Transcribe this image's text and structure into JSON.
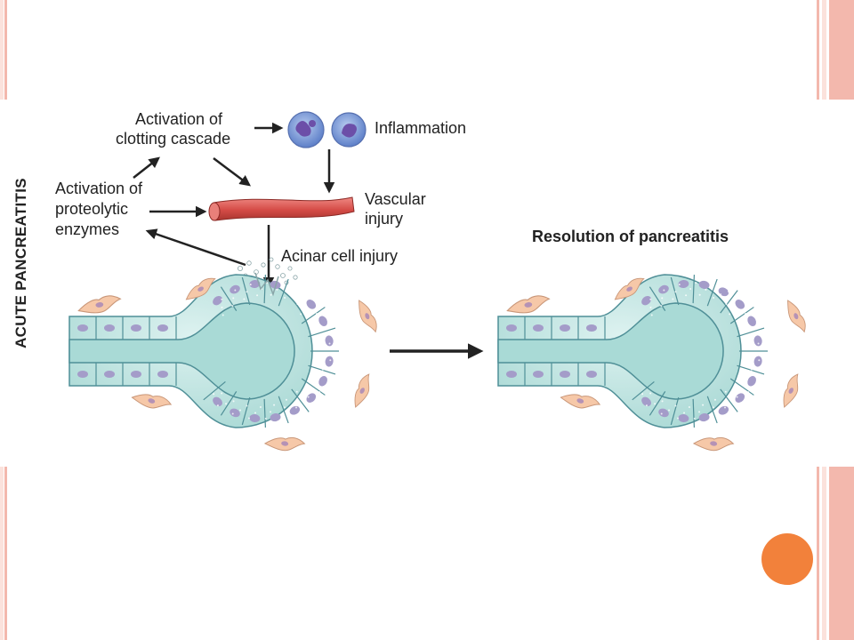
{
  "side_title": "ACUTE PANCREATITIS",
  "labels": {
    "clotting_1": "Activation of",
    "clotting_2": "clotting cascade",
    "inflammation": "Inflammation",
    "proteolytic_1": "Activation of",
    "proteolytic_2": "proteolytic",
    "proteolytic_3": "enzymes",
    "vascular_1": "Vascular",
    "vascular_2": "injury",
    "acinar": "Acinar cell injury",
    "resolution": "Resolution of pancreatitis"
  },
  "colors": {
    "stripe_dark": "#f3b8ad",
    "stripe_light": "#fbe2dc",
    "accent_dot": "#f2813b",
    "cell_fill": "#c3e6e4",
    "cell_stroke": "#4f8f97",
    "nucleus": "#a49cc9",
    "lumen": "#a9dad6",
    "vessel": "#d9544f",
    "fibroblast": "#f6c8a8",
    "arrow": "#222222"
  }
}
